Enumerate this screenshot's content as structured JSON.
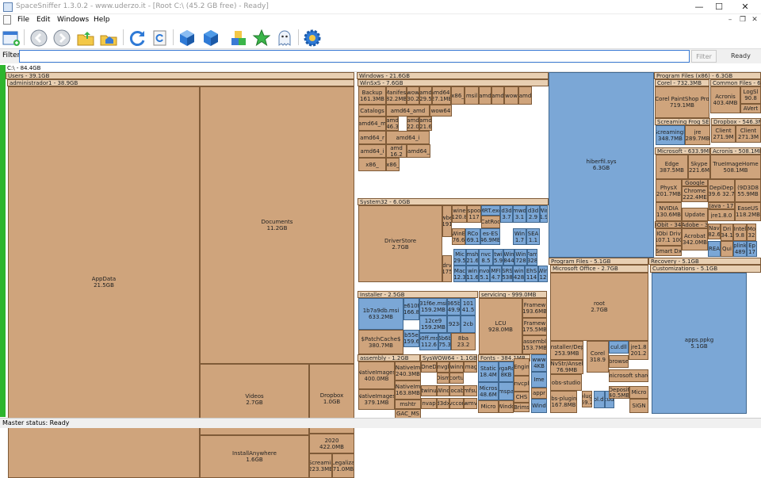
{
  "window": {
    "title": "SpaceSniffer 1.3.0.2 - www.uderzo.it - [Root C:\\ (45.2 GB free) - Ready]",
    "minimize": "—",
    "maximize": "☐",
    "close": "✕"
  },
  "menu": {
    "items": [
      "File",
      "Edit",
      "Windows",
      "Help"
    ],
    "mdi_min": "–",
    "mdi_restore": "❐",
    "mdi_close": "✕"
  },
  "toolbar": {
    "icons": [
      "new-scan-icon",
      "back-icon",
      "forward-icon",
      "folder-up-icon",
      "home-icon",
      "refresh-icon",
      "refresh-all-icon",
      "cube-icon",
      "cube-alt-icon",
      "blocks-icon",
      "star-icon",
      "ghost-icon",
      "settings-icon"
    ],
    "colors": {
      "accent": "#3a7bd5",
      "cube": "#2f7ad6",
      "star": "#3bb54a",
      "gear": "#2f7ad6"
    }
  },
  "filter": {
    "label": "Filter",
    "value": "",
    "button_label": "Filter",
    "status": "Ready"
  },
  "treemap": {
    "root": "C:\\ - 84.4GB",
    "colors": {
      "file": "#cfa47c",
      "blue": "#7ba7d6",
      "header": "#e8cfb2",
      "root_bar": "#2db52d"
    }
  },
  "cells": [
    {
      "l": "Users - 39.1GB",
      "s": ""
    },
    {
      "l": "administrador1 - 38.9GB",
      "s": ""
    },
    {
      "l": "AppData",
      "s": "21.5GB"
    },
    {
      "l": "Documents",
      "s": "11.2GB"
    },
    {
      "l": "Videos",
      "s": "2.7GB"
    },
    {
      "l": "Dropbox",
      "s": "1.0GB"
    },
    {
      "l": "2020",
      "s": "422.0MB"
    },
    {
      "l": "InstallAnywhere",
      "s": "1.6GB"
    },
    {
      "l": "Screamir",
      "s": "223.3MB"
    },
    {
      "l": "Legaliza",
      "s": "71.0MB"
    },
    {
      "l": "Windows - 21.6GB",
      "s": ""
    },
    {
      "l": "WinSxS - 7.6GB",
      "s": ""
    },
    {
      "l": "Backup",
      "s": "161.3MB"
    },
    {
      "l": "Manifest",
      "s": "82.2MB"
    },
    {
      "l": "wow",
      "s": "30.2"
    },
    {
      "l": "amd",
      "s": "29.5"
    },
    {
      "l": "amd64_",
      "s": "27.1MB"
    },
    {
      "l": "x86_",
      "s": ""
    },
    {
      "l": "msil",
      "s": ""
    },
    {
      "l": "amd",
      "s": ""
    },
    {
      "l": "amd",
      "s": ""
    },
    {
      "l": "wow",
      "s": ""
    },
    {
      "l": "amd",
      "s": ""
    },
    {
      "l": "Catalogs",
      "s": ""
    },
    {
      "l": "amd64_amd",
      "s": ""
    },
    {
      "l": "wow64",
      "s": ""
    },
    {
      "l": "amd64_m",
      "s": ""
    },
    {
      "l": "amd",
      "s": "46.3"
    },
    {
      "l": "amd",
      "s": "22.0"
    },
    {
      "l": "amd",
      "s": "21.6"
    },
    {
      "l": "amd64_r",
      "s": ""
    },
    {
      "l": "amd64_i",
      "s": ""
    },
    {
      "l": "amd64_i",
      "s": ""
    },
    {
      "l": "amd",
      "s": "16.2"
    },
    {
      "l": "amd64_",
      "s": ""
    },
    {
      "l": "x86_",
      "s": ""
    },
    {
      "l": "x86_",
      "s": ""
    },
    {
      "l": "System32 - 6.0GB",
      "s": ""
    },
    {
      "l": "DriverStore",
      "s": "2.7GB"
    },
    {
      "l": "wbe",
      "s": "191"
    },
    {
      "l": "wine",
      "s": "120.8"
    },
    {
      "l": "spoo",
      "s": "117"
    },
    {
      "l": "MRT.exe",
      "s": ""
    },
    {
      "l": "d3d",
      "s": "3.7"
    },
    {
      "l": "mwd",
      "s": "3.1"
    },
    {
      "l": "d3d",
      "s": "2.9"
    },
    {
      "l": "Win",
      "s": "1.9"
    },
    {
      "l": "CatRoo",
      "s": ""
    },
    {
      "l": "WinB",
      "s": "76.6"
    },
    {
      "l": "RCo",
      "s": "69.1"
    },
    {
      "l": "es-ES",
      "s": "46.9MB"
    },
    {
      "l": "Win",
      "s": "1.7"
    },
    {
      "l": "SEA",
      "s": "1.1"
    },
    {
      "l": "drv",
      "s": "175"
    },
    {
      "l": "Mic",
      "s": "29.5"
    },
    {
      "l": "msh",
      "s": "21.6"
    },
    {
      "l": "nvc",
      "s": "8.5"
    },
    {
      "l": "twi",
      "s": "5.9"
    },
    {
      "l": "Win",
      "s": "844"
    },
    {
      "l": "Win",
      "s": "728"
    },
    {
      "l": "Fam",
      "s": "328"
    },
    {
      "l": "Mac",
      "s": "12.3"
    },
    {
      "l": "win",
      "s": "11.6"
    },
    {
      "l": "nvo",
      "s": "5.1"
    },
    {
      "l": "MFI",
      "s": "4.7"
    },
    {
      "l": "SRS",
      "s": "538"
    },
    {
      "l": "win",
      "s": "428"
    },
    {
      "l": "EhS",
      "s": "114"
    },
    {
      "l": "Win",
      "s": "12"
    },
    {
      "l": "Installer - 2.5GB",
      "s": ""
    },
    {
      "l": "1b7a9db.msi",
      "s": "633.2MB"
    },
    {
      "l": "e610f",
      "s": "166.8"
    },
    {
      "l": "31f6e.msi",
      "s": "159.2MB"
    },
    {
      "l": "365b",
      "s": "49.9"
    },
    {
      "l": "101",
      "s": "41.5"
    },
    {
      "l": "12ce9",
      "s": "159.2MB"
    },
    {
      "l": "1923e",
      "s": ""
    },
    {
      "l": "2cb",
      "s": ""
    },
    {
      "l": "$PatchCache$",
      "s": "380.7MB"
    },
    {
      "l": "b55e",
      "s": "159.6"
    },
    {
      "l": "60ff.msi",
      "s": "112.6"
    },
    {
      "l": "6b6b",
      "s": "75.3"
    },
    {
      "l": "8ba",
      "s": "23.2"
    },
    {
      "l": "servicing - 999.0MB",
      "s": ""
    },
    {
      "l": "LCU",
      "s": "928.0MB"
    },
    {
      "l": "Framew",
      "s": "193.6MB"
    },
    {
      "l": "Framew",
      "s": "175.5MB"
    },
    {
      "l": "assembl",
      "s": "153.7MB"
    },
    {
      "l": "assembly - 1.2GB",
      "s": ""
    },
    {
      "l": "NativeImages",
      "s": "400.0MB"
    },
    {
      "l": "NativeIm",
      "s": "240.3MB"
    },
    {
      "l": "NativeImages",
      "s": "379.1MB"
    },
    {
      "l": "NativeIm",
      "s": "163.8MB"
    },
    {
      "l": "mshtr",
      "s": ""
    },
    {
      "l": "GAC_MS",
      "s": ""
    },
    {
      "l": "SysWOW64 - 1.1GB",
      "s": ""
    },
    {
      "l": "OneD",
      "s": ""
    },
    {
      "l": "nvgl",
      "s": ""
    },
    {
      "l": "winn",
      "s": ""
    },
    {
      "l": "imag",
      "s": ""
    },
    {
      "l": "Dism",
      "s": ""
    },
    {
      "l": "cortu",
      "s": ""
    },
    {
      "l": "twinu",
      "s": ""
    },
    {
      "l": "Wind",
      "s": ""
    },
    {
      "l": "locab",
      "s": ""
    },
    {
      "l": "mfsu",
      "s": ""
    },
    {
      "l": "nvap",
      "s": ""
    },
    {
      "l": "d3dx",
      "s": ""
    },
    {
      "l": "vccor",
      "s": ""
    },
    {
      "l": "wmv",
      "s": ""
    },
    {
      "l": "Fonts - 384.1MB",
      "s": ""
    },
    {
      "l": "Static",
      "s": "18.4M"
    },
    {
      "l": "vgaRo",
      "s": "8KB"
    },
    {
      "l": "Micros",
      "s": "48.6M"
    },
    {
      "l": "mspa",
      "s": ""
    },
    {
      "l": "Micro",
      "s": ""
    },
    {
      "l": "Windo",
      "s": ""
    },
    {
      "l": "Engin",
      "s": ""
    },
    {
      "l": "nvcpl",
      "s": ""
    },
    {
      "l": "CHS",
      "s": ""
    },
    {
      "l": "Brims",
      "s": ""
    },
    {
      "l": "www",
      "s": "4KB"
    },
    {
      "l": "Ime",
      "s": ""
    },
    {
      "l": "appr",
      "s": ""
    },
    {
      "l": "Wind",
      "s": ""
    },
    {
      "l": "hiberfil.sys",
      "s": "6.3GB"
    },
    {
      "l": "Program Files - 5.1GB",
      "s": ""
    },
    {
      "l": "Microsoft Office - 2.7GB",
      "s": ""
    },
    {
      "l": "root",
      "s": "2.7GB"
    },
    {
      "l": "Installer/Dep",
      "s": "253.9MB"
    },
    {
      "l": "NvStr/Ansel",
      "s": "76.9MB"
    },
    {
      "l": "obs-studio",
      "s": ""
    },
    {
      "l": "obs-plugins",
      "s": "167.8MB"
    },
    {
      "l": "Corel",
      "s": "318.9"
    },
    {
      "l": "plugi",
      "s": "59.2"
    },
    {
      "l": "bl.dl",
      "s": ""
    },
    {
      "l": "cudi",
      "s": ""
    },
    {
      "l": "cul.dll",
      "s": ""
    },
    {
      "l": "browse",
      "s": ""
    },
    {
      "l": "jre1.8",
      "s": "201.2"
    },
    {
      "l": "microsoft share",
      "s": ""
    },
    {
      "l": "Deposit",
      "s": "40.5MB"
    },
    {
      "l": "Micro",
      "s": ""
    },
    {
      "l": "SIGN",
      "s": ""
    },
    {
      "l": "Program Files (x86) - 6.3GB",
      "s": ""
    },
    {
      "l": "Corel - 732.3MB",
      "s": ""
    },
    {
      "l": "Corel PaintShop Pro",
      "s": "719.1MB"
    },
    {
      "l": "Common Files - 6",
      "s": ""
    },
    {
      "l": "Acronis",
      "s": "403.4MB"
    },
    {
      "l": "LogSl",
      "s": "90.8"
    },
    {
      "l": "AVert",
      "s": ""
    },
    {
      "l": "Screaming Frog SEO",
      "s": ""
    },
    {
      "l": "ScreamingF",
      "s": "348.7MB"
    },
    {
      "l": "jre",
      "s": "289.7MB"
    },
    {
      "l": "Dropbox - 546.3M",
      "s": ""
    },
    {
      "l": "Client",
      "s": "271.9M"
    },
    {
      "l": "Client",
      "s": "271.3M"
    },
    {
      "l": "Microsoft - 633.9MB",
      "s": ""
    },
    {
      "l": "Edge",
      "s": "387.5MB"
    },
    {
      "l": "Skype",
      "s": "221.6M"
    },
    {
      "l": "Acronis - 508.1MB",
      "s": ""
    },
    {
      "l": "TrueImageHome",
      "s": "508.1MB"
    },
    {
      "l": "PhysX",
      "s": "201.7MB"
    },
    {
      "l": "Google",
      "s": ""
    },
    {
      "l": "Chrome",
      "s": "222.4ME"
    },
    {
      "l": "DepiDep",
      "s": "39.6 32.7"
    },
    {
      "l": "(9D3D8",
      "s": "55.9MB"
    },
    {
      "l": "NVIDIA",
      "s": "130.6MB"
    },
    {
      "l": "Update",
      "s": ""
    },
    {
      "l": "Java - 17",
      "s": ""
    },
    {
      "l": "jre1.8.0",
      "s": ""
    },
    {
      "l": "EaseUS",
      "s": "118.2MB"
    },
    {
      "l": "IObit - 34",
      "s": ""
    },
    {
      "l": "IObi Driv",
      "s": "107.1 100"
    },
    {
      "l": "Adobe - 3",
      "s": ""
    },
    {
      "l": "Acrobat",
      "s": "342.0MB"
    },
    {
      "l": "Nav",
      "s": "82.6"
    },
    {
      "l": "Dri",
      "s": "34.1"
    },
    {
      "l": "Intel",
      "s": "9.8"
    },
    {
      "l": "Mo",
      "s": "32"
    },
    {
      "l": "Smart Dx",
      "s": ""
    },
    {
      "l": "REA",
      "s": ""
    },
    {
      "l": "Qui",
      "s": ""
    },
    {
      "l": "plink",
      "s": "489"
    },
    {
      "l": "Ep",
      "s": "17"
    },
    {
      "l": "Recovery - 5.1GB",
      "s": ""
    },
    {
      "l": "Customizations - 5.1GB",
      "s": ""
    },
    {
      "l": "apps.ppkg",
      "s": "5.1GB"
    }
  ],
  "status": {
    "text": "Master status: Ready"
  }
}
